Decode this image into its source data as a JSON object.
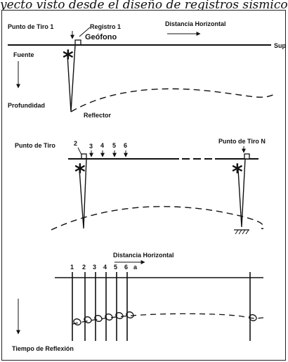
{
  "caption": "yecto visto desde el diseño de registros sísmico",
  "panel_a": {
    "shot_point_label": "Punto de Tiro 1",
    "record_label": "Registro 1",
    "geophone_label": "Geófono",
    "horizontal_distance_label": "Distancia Horizontal",
    "surface_label": "Superficie",
    "source_label": "Fuente",
    "depth_label": "Profundidad",
    "reflector_label": "Reflector"
  },
  "panel_b": {
    "shot_point_label": "Punto de Tiro",
    "shot_point_n_label": "Punto de Tiro N",
    "numbers": [
      "2",
      "3",
      "4",
      "5",
      "6"
    ]
  },
  "panel_c": {
    "horizontal_distance_label": "Distancia Horizontal",
    "trace_numbers": [
      "1",
      "2",
      "3",
      "4",
      "5",
      "6",
      "a"
    ],
    "reflection_time_label": "Tiempo de Reflexión"
  },
  "colors": {
    "ink": "#111111",
    "background": "#ffffff"
  }
}
